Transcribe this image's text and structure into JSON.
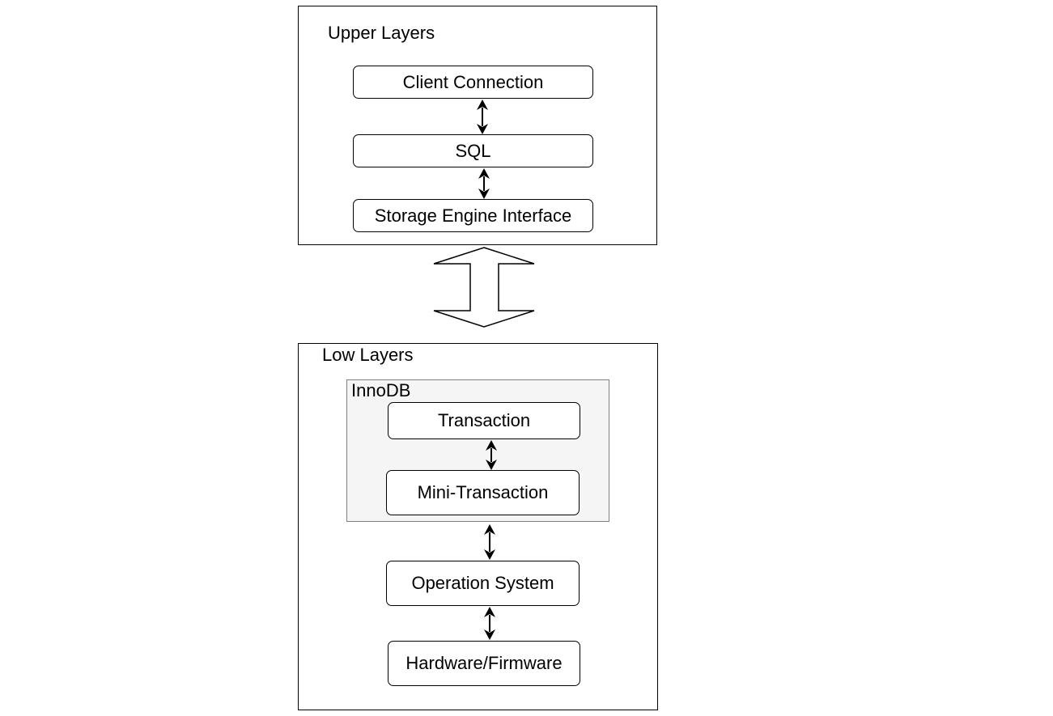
{
  "upper_layers": {
    "title": "Upper Layers",
    "nodes": {
      "client_connection": "Client Connection",
      "sql": "SQL",
      "storage_engine_interface": "Storage Engine Interface"
    }
  },
  "low_layers": {
    "title": "Low Layers",
    "innodb": {
      "title": "InnoDB",
      "nodes": {
        "transaction": "Transaction",
        "mini_transaction": "Mini-Transaction"
      }
    },
    "nodes": {
      "operation_system": "Operation System",
      "hardware_firmware": "Hardware/Firmware"
    }
  },
  "connectors": [
    {
      "from": "Client Connection",
      "to": "SQL",
      "type": "bidirectional"
    },
    {
      "from": "SQL",
      "to": "Storage Engine Interface",
      "type": "bidirectional"
    },
    {
      "from": "Upper Layers",
      "to": "Low Layers",
      "type": "bidirectional-block"
    },
    {
      "from": "Transaction",
      "to": "Mini-Transaction",
      "type": "bidirectional"
    },
    {
      "from": "InnoDB",
      "to": "Operation System",
      "type": "bidirectional"
    },
    {
      "from": "Operation System",
      "to": "Hardware/Firmware",
      "type": "bidirectional"
    }
  ]
}
